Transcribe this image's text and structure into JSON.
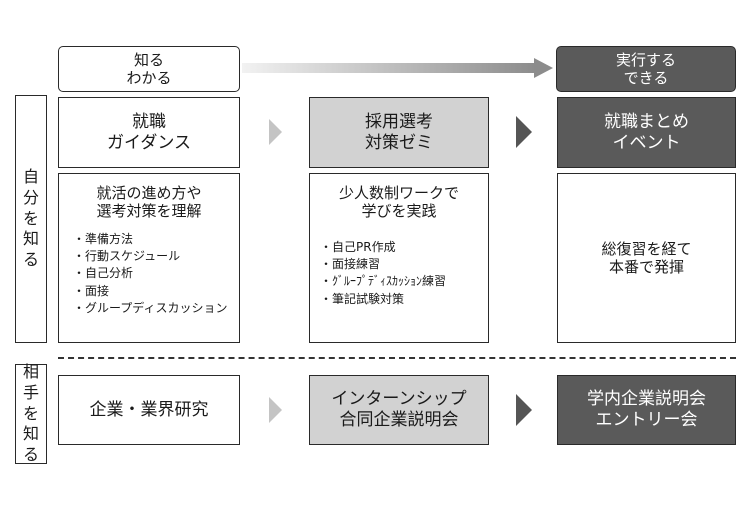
{
  "header": {
    "left_lines": [
      "知る",
      "わかる"
    ],
    "right_lines": [
      "実行する",
      "できる"
    ]
  },
  "rows": {
    "self": {
      "label": "自分を知る",
      "stage1": {
        "title_lines": [
          "就職",
          "ガイダンス"
        ],
        "desc_lines": [
          "就活の進め方や",
          "選考対策を理解"
        ],
        "bullets": [
          "・準備方法",
          "・行動スケジュール",
          "・自己分析",
          "・面接",
          "・グループディスカッション"
        ]
      },
      "stage2": {
        "title_lines": [
          "採用選考",
          "対策ゼミ"
        ],
        "desc_lines": [
          "少人数制ワークで",
          "学びを実践"
        ],
        "bullets": [
          "・自己PR作成",
          "・面接練習",
          "・ｸﾞﾙｰﾌﾟﾃﾞｨｽｶｯｼｮﾝ練習",
          "・筆記試験対策"
        ]
      },
      "stage3": {
        "title_lines": [
          "就職まとめ",
          "イベント"
        ],
        "desc_lines": [
          "総復習を経て",
          "本番で発揮"
        ]
      }
    },
    "other": {
      "label": "相手を知る",
      "stage1": {
        "title_lines": [
          "企業・業界研究"
        ]
      },
      "stage2": {
        "title_lines": [
          "インターンシップ",
          "合同企業説明会"
        ]
      },
      "stage3": {
        "title_lines": [
          "学内企業説明会",
          "エントリー会"
        ]
      }
    }
  },
  "colors": {
    "light_fill": "#d2d2d2",
    "dark_fill": "#5a5a5a",
    "arrow_light": "#c4c4c4",
    "arrow_dark": "#555555"
  }
}
